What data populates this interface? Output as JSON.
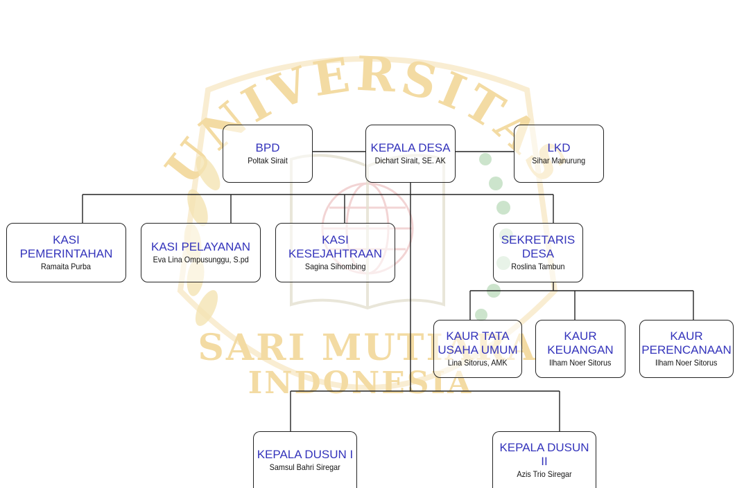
{
  "watermark": {
    "top_text": "UNIVERSITAS",
    "bottom_line1": "SARI MUTIARA",
    "bottom_line2": "INDONESIA",
    "color": "#f3dba3"
  },
  "colors": {
    "title_text": "#3333bb",
    "name_text": "#111111",
    "border": "#222222"
  },
  "nodes": {
    "bpd": {
      "title": "BPD",
      "name": "Poltak Sirait"
    },
    "kepala_desa": {
      "title": "KEPALA DESA",
      "name": "Dichart Sirait, SE. AK"
    },
    "lkd": {
      "title": "LKD",
      "name": "Sihar Manurung"
    },
    "kasi_pemerintahan": {
      "title": "KASI\nPEMERINTAHAN",
      "name": "Ramaita Purba"
    },
    "kasi_pelayanan": {
      "title": "KASI PELAYANAN",
      "name": "Eva Lina Ompusunggu, S.pd"
    },
    "kasi_kesejahtraan": {
      "title": "KASI\nKESEJAHTRAAN",
      "name": "Sagina Sihombing"
    },
    "sekretaris_desa": {
      "title": "SEKRETARIS\nDESA",
      "name": "Roslina Tambun"
    },
    "kaur_tata_usaha": {
      "title": "KAUR TATA\nUSAHA UMUM",
      "name": "Lina Sitorus, AMK"
    },
    "kaur_keuangan": {
      "title": "KAUR\nKEUANGAN",
      "name": "Ilham Noer Sitorus"
    },
    "kaur_perencanaan": {
      "title": "KAUR\nPERENCANAAN",
      "name": "Ilham Noer Sitorus"
    },
    "kepala_dusun_1": {
      "title": "KEPALA DUSUN I",
      "name": "Samsul Bahri Siregar"
    },
    "kepala_dusun_2": {
      "title": "KEPALA DUSUN II",
      "name": "Azis Trio Siregar"
    }
  }
}
